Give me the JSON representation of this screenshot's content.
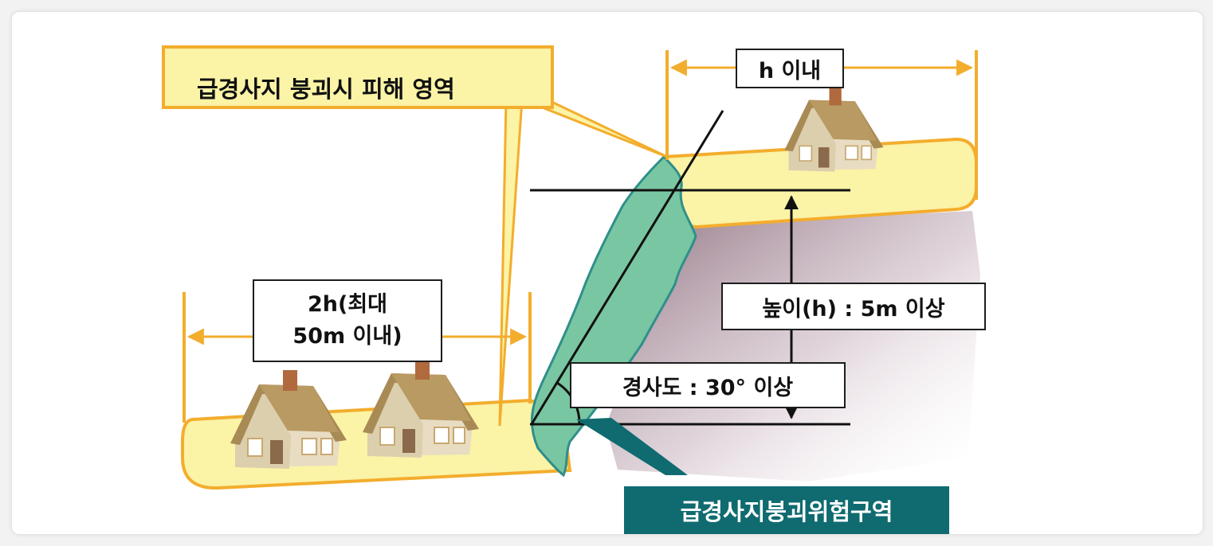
{
  "callout": {
    "text": "급경사지 붕괴시 피해 영역"
  },
  "labels": {
    "top_width": "h 이내",
    "bottom_width_line1": "2h(최대",
    "bottom_width_line2": "50m 이내)",
    "height": "높이(h) : 5m 이상",
    "slope": "경사도 : 30° 이상"
  },
  "zone_badge": {
    "text": "급경사지붕괴위험구역"
  },
  "colors": {
    "ground_fill": "#fbf3a6",
    "ground_outline": "#f3ad2d",
    "slope_fill": "#79c6a2",
    "slope_outline": "#2f8f8a",
    "zone_badge_bg": "#0f6b70",
    "house_roof": "#a88a55",
    "house_wall": "#e8dcc2"
  }
}
